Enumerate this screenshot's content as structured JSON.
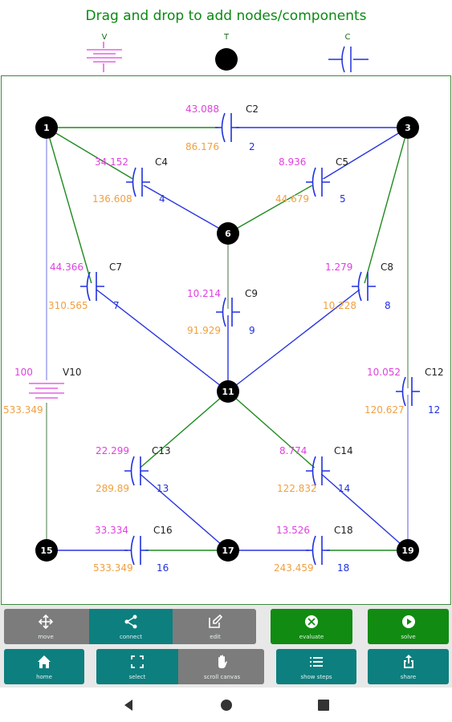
{
  "header": {
    "title": "Drag and drop to add nodes/components"
  },
  "palette": [
    {
      "label": "V",
      "icon": "voltage-source-icon"
    },
    {
      "label": "T",
      "icon": "node-icon"
    },
    {
      "label": "C",
      "icon": "capacitor-icon"
    }
  ],
  "circuit": {
    "nodes": [
      {
        "id": "1",
        "label": "1"
      },
      {
        "id": "3",
        "label": "3"
      },
      {
        "id": "6",
        "label": "6"
      },
      {
        "id": "11",
        "label": "11"
      },
      {
        "id": "15",
        "label": "15"
      },
      {
        "id": "17",
        "label": "17"
      },
      {
        "id": "19",
        "label": "19"
      }
    ],
    "components": [
      {
        "name": "C2",
        "type": "capacitor",
        "value": "43.088",
        "secondary": "86.176",
        "index": "2",
        "from": "1",
        "to": "3"
      },
      {
        "name": "C4",
        "type": "capacitor",
        "value": "34.152",
        "secondary": "136.608",
        "index": "4",
        "from": "1",
        "to": "6"
      },
      {
        "name": "C5",
        "type": "capacitor",
        "value": "8.936",
        "secondary": "44.679",
        "index": "5",
        "from": "3",
        "to": "6"
      },
      {
        "name": "C7",
        "type": "capacitor",
        "value": "44.366",
        "secondary": "310.565",
        "index": "7",
        "from": "1",
        "to": "11"
      },
      {
        "name": "C8",
        "type": "capacitor",
        "value": "1.279",
        "secondary": "10.228",
        "index": "8",
        "from": "3",
        "to": "11"
      },
      {
        "name": "C9",
        "type": "capacitor",
        "value": "10.214",
        "secondary": "91.929",
        "index": "9",
        "from": "6",
        "to": "11"
      },
      {
        "name": "V10",
        "type": "voltage",
        "value": "100",
        "secondary": "533.349",
        "index": "",
        "from": "1",
        "to": "15"
      },
      {
        "name": "C12",
        "type": "capacitor",
        "value": "10.052",
        "secondary": "120.627",
        "index": "12",
        "from": "3",
        "to": "19"
      },
      {
        "name": "C13",
        "type": "capacitor",
        "value": "22.299",
        "secondary": "289.89",
        "index": "13",
        "from": "11",
        "to": "17"
      },
      {
        "name": "C14",
        "type": "capacitor",
        "value": "8.774",
        "secondary": "122.832",
        "index": "14",
        "from": "11",
        "to": "19"
      },
      {
        "name": "C16",
        "type": "capacitor",
        "value": "33.334",
        "secondary": "533.349",
        "index": "16",
        "from": "15",
        "to": "17"
      },
      {
        "name": "C18",
        "type": "capacitor",
        "value": "13.526",
        "secondary": "243.459",
        "index": "18",
        "from": "17",
        "to": "19"
      }
    ]
  },
  "toolbar": {
    "row1": [
      {
        "id": "move",
        "label": "move",
        "icon": "move-arrows-icon"
      },
      {
        "id": "connect",
        "label": "connect",
        "icon": "share-connect-icon"
      },
      {
        "id": "edit",
        "label": "edit",
        "icon": "edit-pencil-icon"
      },
      {
        "id": "evaluate",
        "label": "evaluate",
        "icon": "evaluate-icon"
      },
      {
        "id": "solve",
        "label": "solve",
        "icon": "play-icon"
      }
    ],
    "row2": [
      {
        "id": "home",
        "label": "home",
        "icon": "home-icon"
      },
      {
        "id": "select",
        "label": "select",
        "icon": "select-frame-icon"
      },
      {
        "id": "scroll",
        "label": "scroll canvas",
        "icon": "hand-icon"
      },
      {
        "id": "steps",
        "label": "show steps",
        "icon": "list-icon"
      },
      {
        "id": "share",
        "label": "share",
        "icon": "share-upload-icon"
      }
    ]
  },
  "colors": {
    "accent_green": "#0a8a12",
    "teal": "#0d7f7f",
    "magenta": "#e040e0",
    "orange": "#f0a040",
    "blue": "#2030e0",
    "wire_blue": "#2a35e0",
    "wire_green": "#1e8a1e"
  }
}
